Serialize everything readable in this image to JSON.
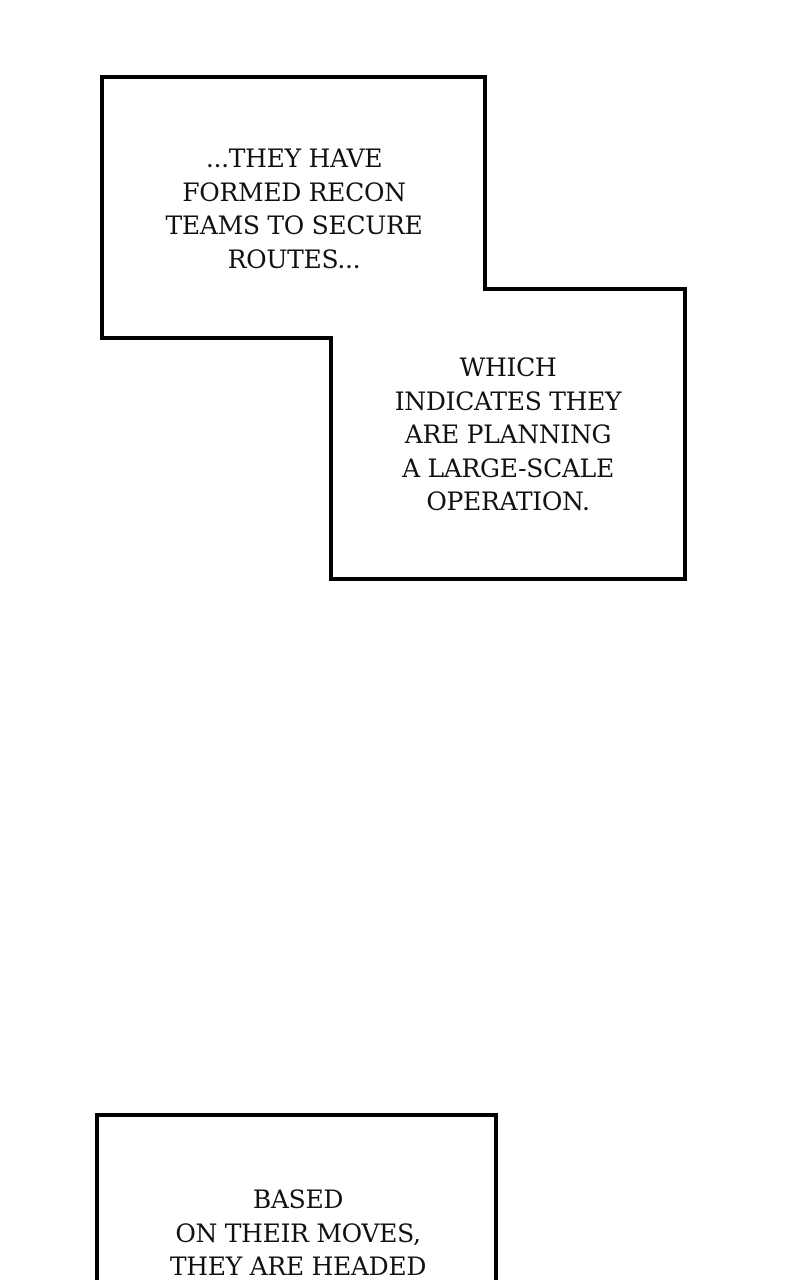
{
  "panels": [
    {
      "lines": [
        "...THEY HAVE",
        "FORMED RECON",
        "TEAMS TO SECURE",
        "ROUTES..."
      ]
    },
    {
      "lines": [
        "WHICH",
        "INDICATES THEY",
        "ARE PLANNING",
        "A LARGE-SCALE",
        "OPERATION."
      ]
    },
    {
      "lines": [
        "BASED",
        "ON THEIR MOVES,",
        "THEY ARE HEADED"
      ]
    }
  ],
  "colors": {
    "background": "#ffffff",
    "border": "#000000",
    "text": "#111111"
  }
}
